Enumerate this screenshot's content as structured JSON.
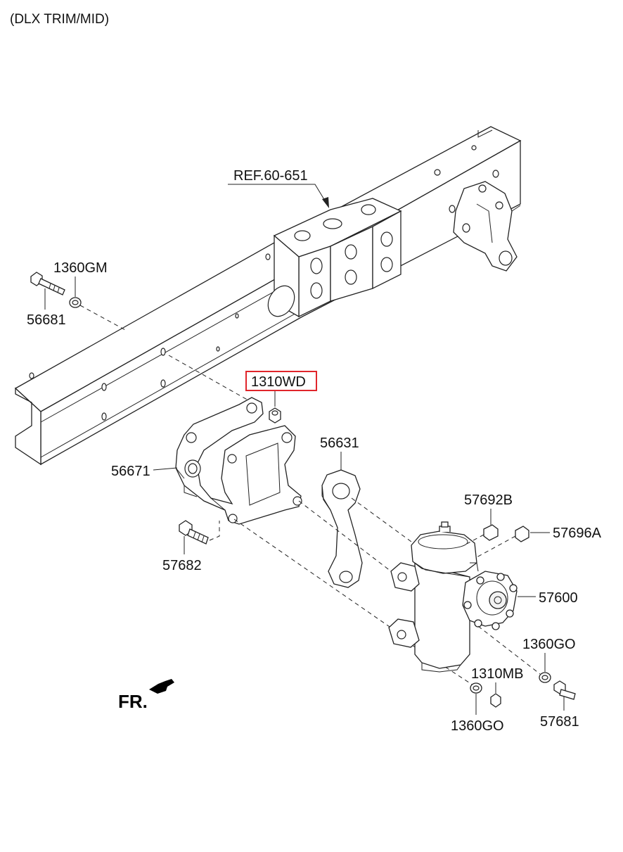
{
  "header": {
    "title": "(DLX TRIM/MID)"
  },
  "ref_label": "REF.60-651",
  "parts": {
    "p1360GM": "1360GM",
    "p56681": "56681",
    "p1310WD": "1310WD",
    "p56631": "56631",
    "p56671": "56671",
    "p57692B": "57692B",
    "p57696A": "57696A",
    "p57682": "57682",
    "p57600": "57600",
    "p1360GO_right": "1360GO",
    "p1310MB": "1310MB",
    "p1360GO_bottom": "1360GO",
    "p57681": "57681"
  },
  "highlight_color": "#e0252b",
  "direction_label": "FR."
}
